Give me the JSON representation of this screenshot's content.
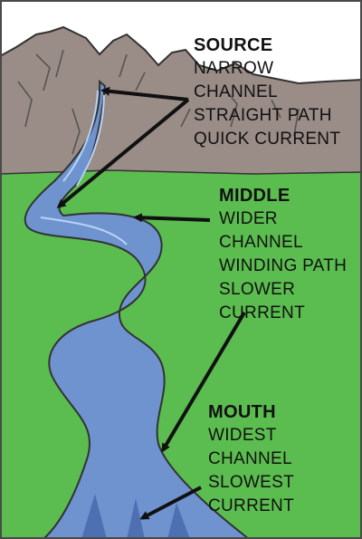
{
  "colors": {
    "sky": "#ffffff",
    "mountain": "#9a8c86",
    "mountain_dark": "#7d706b",
    "ground": "#5bbd4f",
    "river": "#6f93cf",
    "river_light": "#9fc0ea",
    "river_deep": "#4f6fb3",
    "arrow": "#111111",
    "border": "#4a4a4a"
  },
  "labels": {
    "source": {
      "heading": "SOURCE",
      "lines": [
        "NARROW CHANNEL",
        "STRAIGHT PATH",
        "QUICK CURRENT"
      ]
    },
    "middle": {
      "heading": "MIDDLE",
      "lines": [
        "WIDER CHANNEL",
        "WINDING PATH",
        "SLOWER",
        "CURRENT"
      ]
    },
    "mouth": {
      "heading": "MOUTH",
      "lines": [
        "WIDEST CHANNEL",
        "SLOWEST",
        "CURRENT"
      ]
    }
  }
}
